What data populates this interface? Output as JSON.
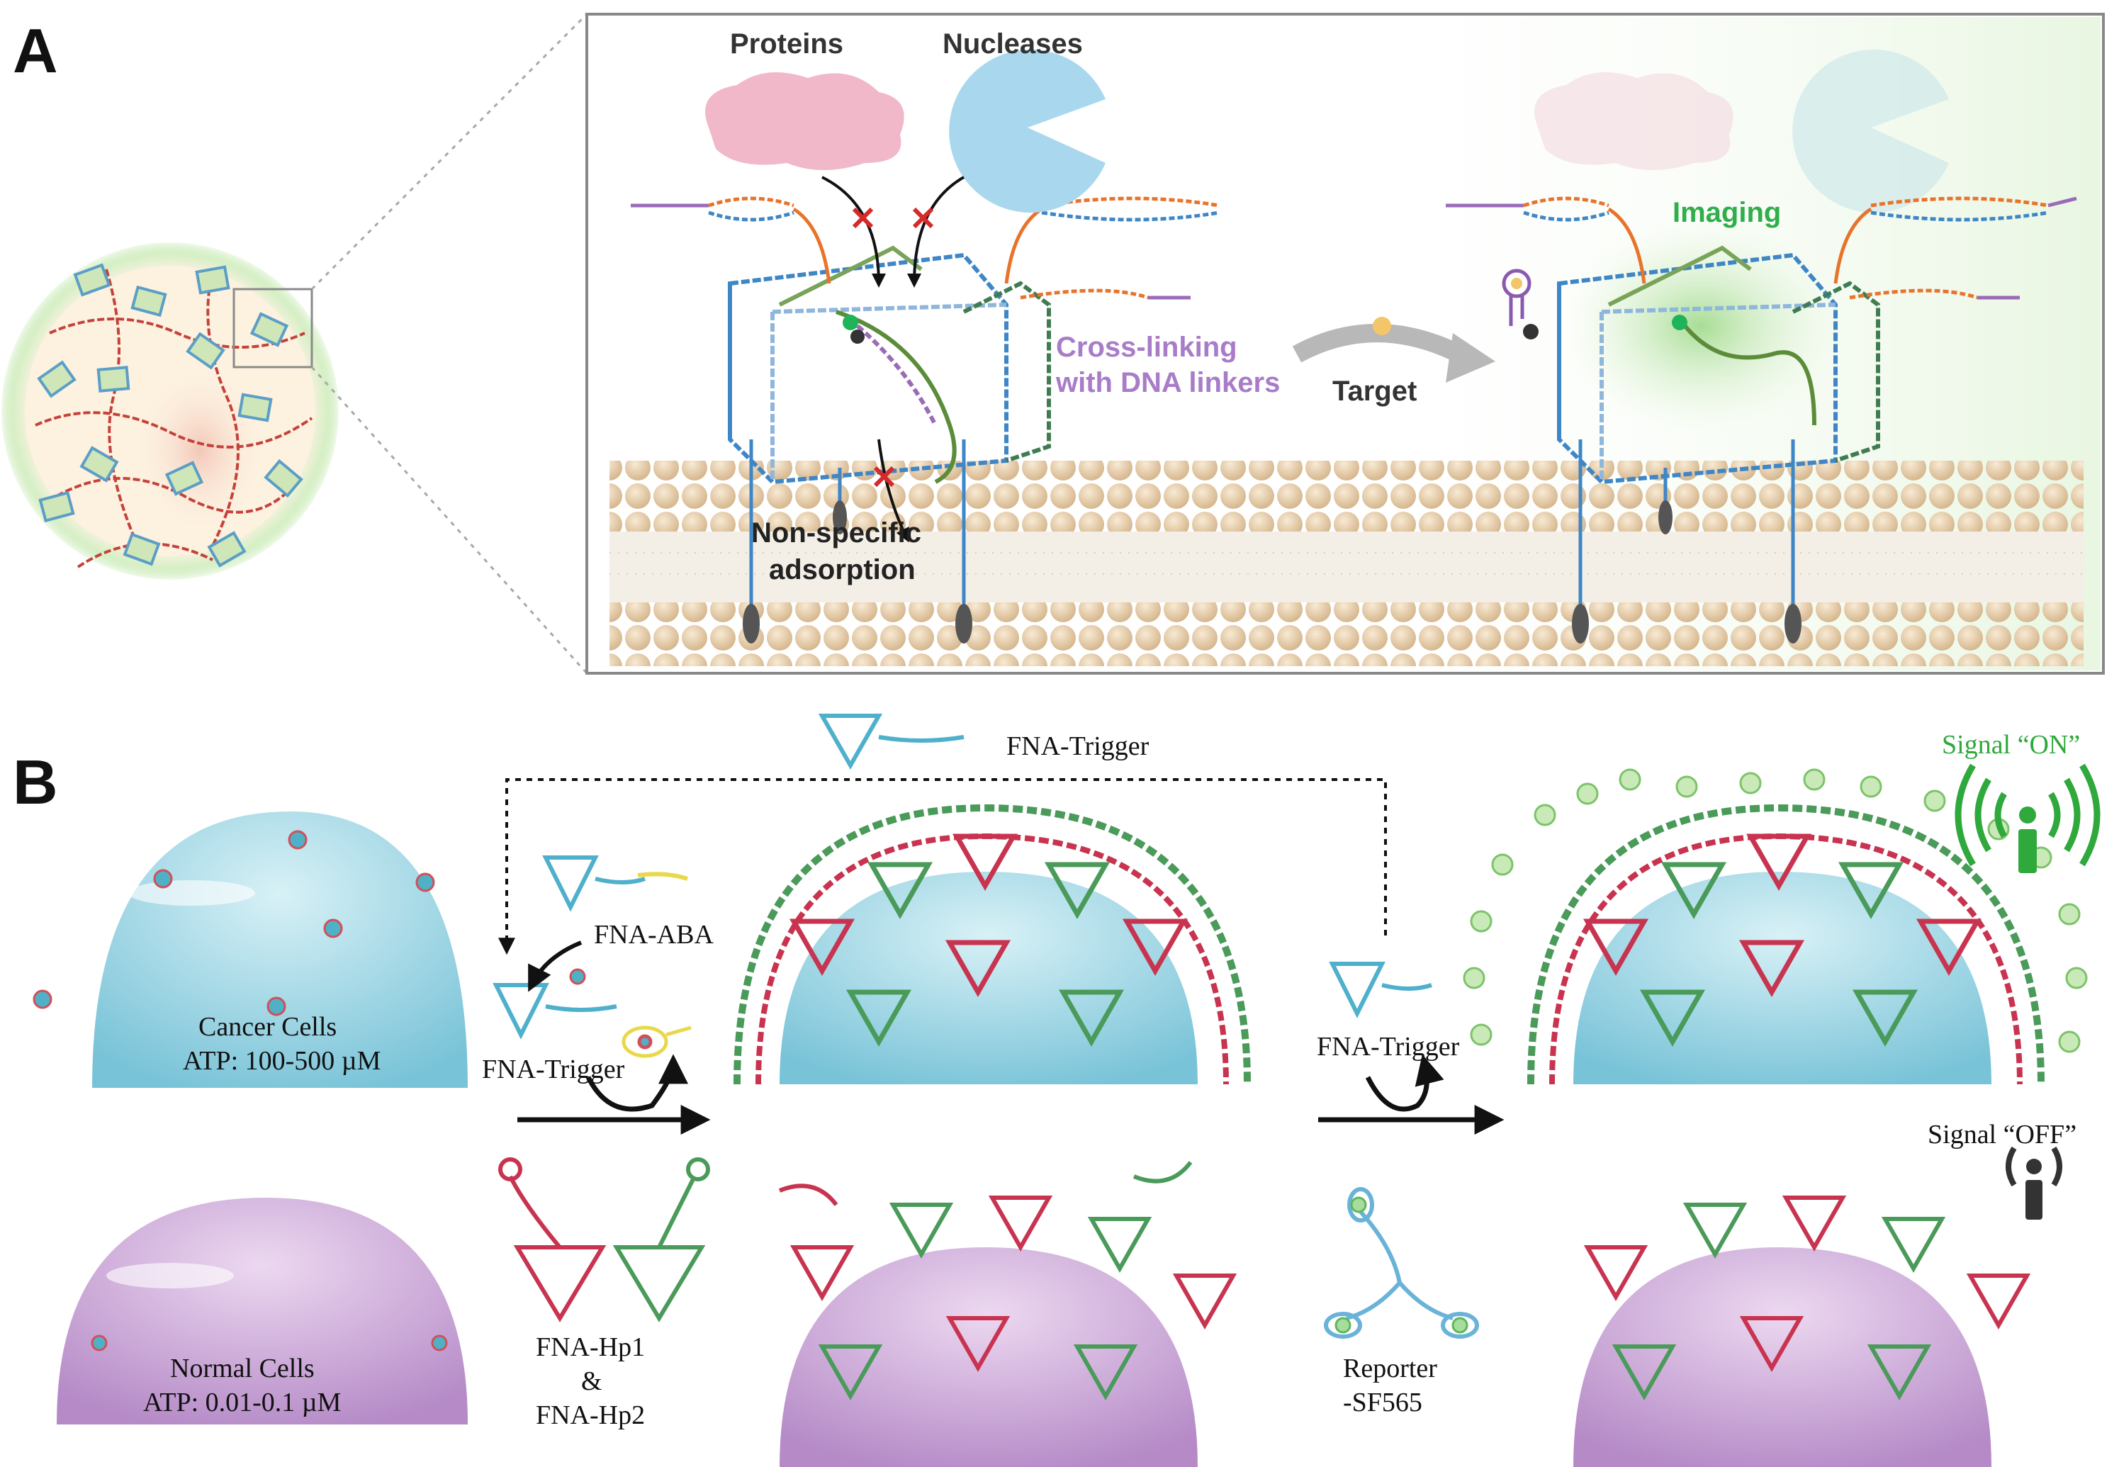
{
  "panels": {
    "a": "A",
    "b": "B"
  },
  "panel_a": {
    "proteins": "Proteins",
    "nucleases": "Nucleases",
    "imaging": "Imaging",
    "crosslink_line1": "Cross-linking",
    "crosslink_line2": "with DNA linkers",
    "target": "Target",
    "nonspecific_line1": "Non-specific",
    "nonspecific_line2": "adsorption"
  },
  "panel_b": {
    "fna_trigger_top": "FNA-Trigger",
    "fna_aba": "FNA-ABA",
    "fna_trigger_left": "FNA-Trigger",
    "fna_trigger_right": "FNA-Trigger",
    "cancer_title": "Cancer Cells",
    "cancer_atp": "ATP: 100-500 µM",
    "normal_title": "Normal Cells",
    "normal_atp": "ATP: 0.01-0.1 µM",
    "hp_line1": "FNA-Hp1",
    "hp_line2": "&",
    "hp_line3": "FNA-Hp2",
    "reporter_line1": "Reporter",
    "reporter_line2": "-SF565",
    "signal_on": "Signal “ON”",
    "signal_off": "Signal “OFF”"
  },
  "colors": {
    "dna_blue": "#3f86c6",
    "dna_red": "#c8344f",
    "dna_green": "#4a9a5a",
    "linker_purple": "#9a6cb8",
    "imaging_green": "#2fae4a",
    "cancer_cell": "#a9dcea",
    "normal_cell": "#d8b8e0",
    "membrane": "#e9d2b0"
  }
}
